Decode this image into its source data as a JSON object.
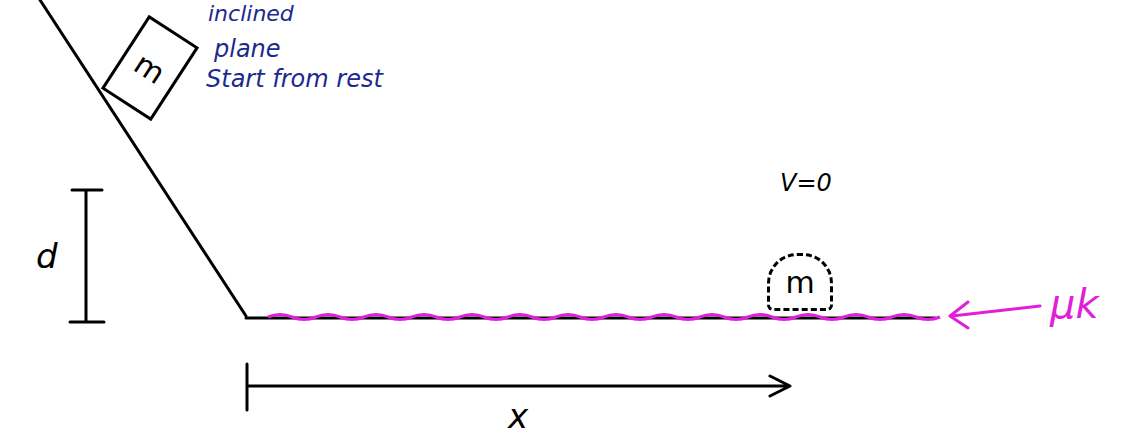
{
  "diagram": {
    "nodes": [
      {
        "text": [
          "m"
        ]
      },
      {
        "text": [
          "m"
        ]
      }
    ],
    "labels": [
      "inclined",
      "plane",
      "Start from rest",
      "d",
      "x",
      "V=0",
      "μk"
    ]
  }
}
